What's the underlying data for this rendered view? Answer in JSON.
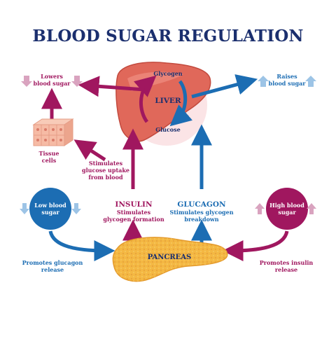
{
  "title": "BLOOD SUGAR REGULATION",
  "liver": {
    "label": "LIVER",
    "glycogen": "Glycogen",
    "glucose": "Glucose"
  },
  "left_effect": {
    "line1": "Lowers",
    "line2": "blood sugar"
  },
  "right_effect": {
    "line1": "Raises",
    "line2": "blood sugar"
  },
  "tissue": {
    "line1": "Tissue",
    "line2": "cells"
  },
  "uptake": {
    "line1": "Stimulates",
    "line2": "glucose uptake",
    "line3": "from blood"
  },
  "insulin": {
    "title": "INSULIN",
    "line1": "Stimulates",
    "line2": "glycogen formation"
  },
  "glucagon": {
    "title": "GLUCAGON",
    "line1": "Stimulates glycogen",
    "line2": "breakdown"
  },
  "low_circle": {
    "line1": "Low blood",
    "line2": "sugar"
  },
  "high_circle": {
    "line1": "High blood",
    "line2": "sugar"
  },
  "pancreas": {
    "label": "PANCREAS"
  },
  "promote_glucagon": {
    "line1": "Promotes glucagon",
    "line2": "release"
  },
  "promote_insulin": {
    "line1": "Promotes insulin",
    "line2": "release"
  },
  "colors": {
    "magenta": "#a0175f",
    "blue": "#1c6db3",
    "title": "#1b2f6e",
    "liver": "#d9574a",
    "pancreas": "#f2b544"
  }
}
